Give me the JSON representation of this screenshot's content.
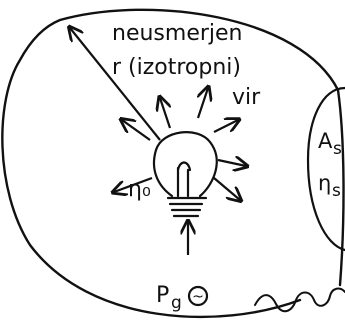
{
  "labels": {
    "line1": "neusmerjen",
    "line2": "r (izotropni)",
    "line3": "vir",
    "efficiency": "η₀",
    "power": "P",
    "power_sub": "g",
    "area": "A",
    "area_sub": "s",
    "receiver_eff": "η",
    "receiver_eff_sub": "s"
  },
  "source_symbol": "~",
  "colors": {
    "ink": "#111111",
    "background": "#ffffff"
  }
}
